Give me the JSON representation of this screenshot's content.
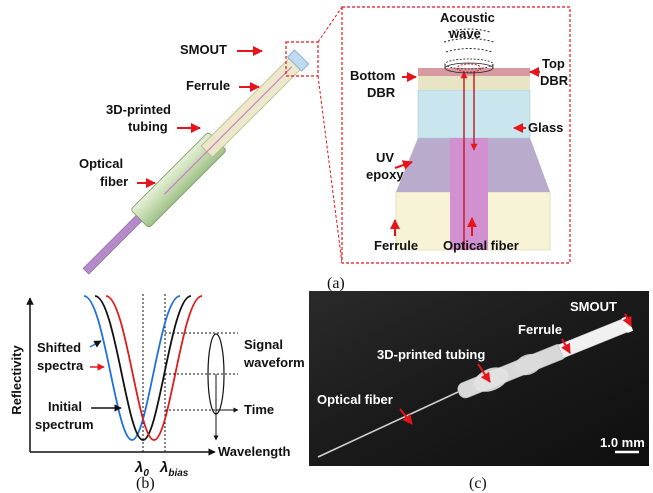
{
  "panel_a": {
    "caption": "(a)",
    "left_labels": {
      "smout": "SMOUT",
      "ferrule": "Ferrule",
      "tubing_line1": "3D-printed",
      "tubing_line2": "tubing",
      "fiber_line1": "Optical",
      "fiber_line2": "fiber"
    },
    "zoom_labels": {
      "acoustic_line1": "Acoustic",
      "acoustic_line2": "wave",
      "top_dbr_line1": "Top",
      "top_dbr_line2": "DBR",
      "bottom_dbr_line1": "Bottom",
      "bottom_dbr_line2": "DBR",
      "glass": "Glass",
      "uv_line1": "UV",
      "uv_line2": "epoxy",
      "ferrule": "Ferrule",
      "optical_fiber": "Optical fiber"
    }
  },
  "panel_b": {
    "caption": "(b)",
    "ylabel": "Reflectivity",
    "xlabel": "Wavelength",
    "lambda0": "λ",
    "lambda0_sub": "0",
    "lambda_bias": "λ",
    "lambda_bias_sub": "bias",
    "shifted_line1": "Shifted",
    "shifted_line2": "spectra",
    "initial_line1": "Initial",
    "initial_line2": "spectrum",
    "signal_line1": "Signal",
    "signal_line2": "waveform",
    "time": "Time",
    "colors": {
      "shifted_blue": "#1f6fe0",
      "initial": "#111111",
      "shifted_red": "#e21b1b"
    }
  },
  "panel_c": {
    "caption": "(c)",
    "smout": "SMOUT",
    "ferrule": "Ferrule",
    "tubing": "3D-printed tubing",
    "fiber": "Optical fiber",
    "scale": "1.0 mm"
  },
  "accent_color": "#e8141c"
}
